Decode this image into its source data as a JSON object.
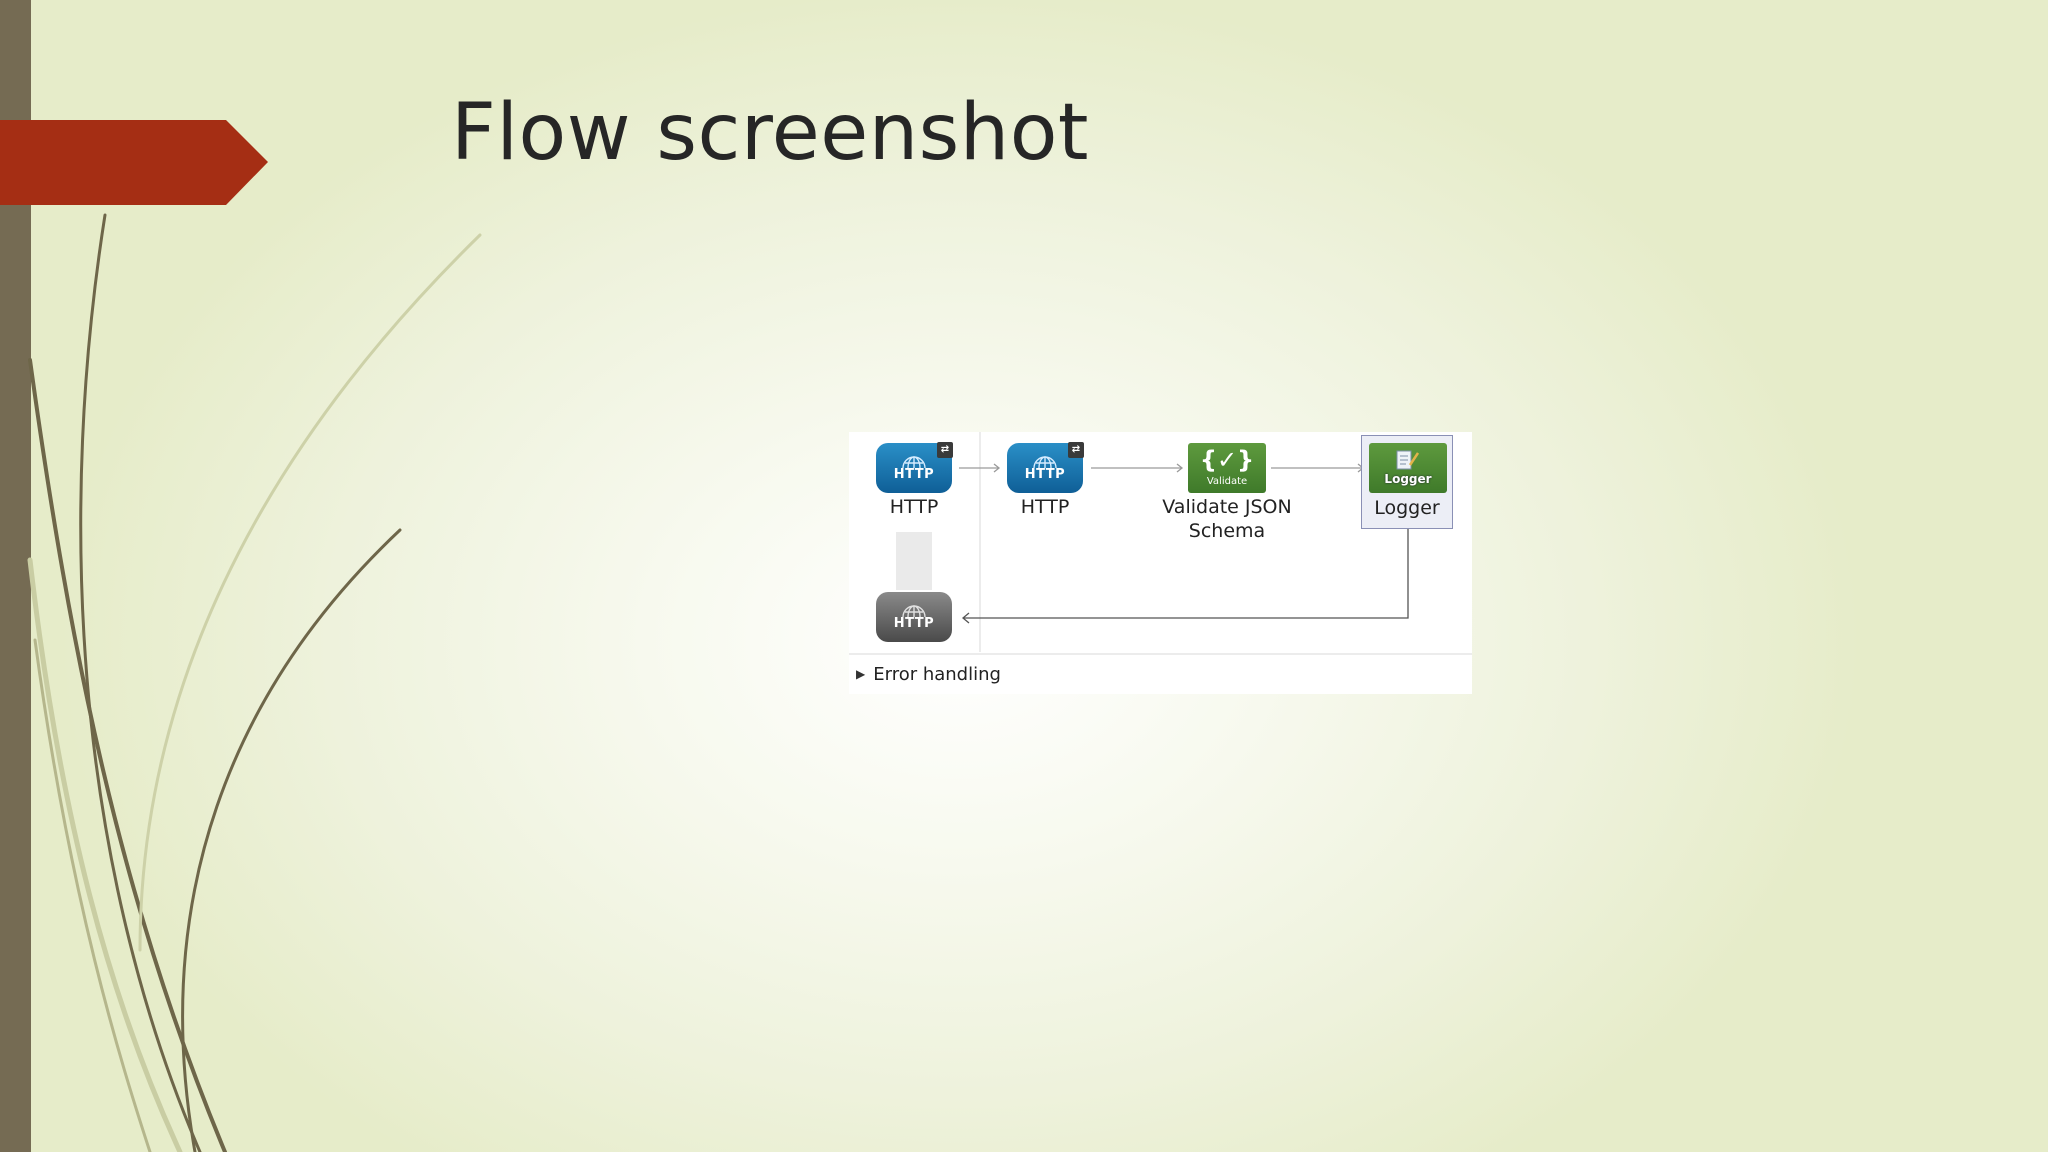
{
  "slide": {
    "title": "Flow screenshot"
  },
  "flow": {
    "nodes": [
      {
        "label": "HTTP",
        "icon": "http-globe-icon",
        "caption": "HTTP",
        "badge": "⇄"
      },
      {
        "label": "HTTP",
        "icon": "http-globe-icon",
        "caption": "HTTP",
        "badge": "⇄"
      },
      {
        "label_line1": "Validate JSON",
        "label_line2": "Schema",
        "icon": "validate-icon",
        "mark": "{✓}",
        "caption": "Validate"
      },
      {
        "label": "Logger",
        "icon": "logger-icon",
        "caption": "Logger"
      }
    ],
    "response_node": {
      "icon": "http-globe-icon",
      "caption": "HTTP"
    },
    "error_handling": {
      "expander_icon": "triangle-right-icon",
      "label": "Error handling"
    }
  },
  "colors": {
    "accent_red": "#a52e14",
    "sidebar_brown": "#756b53",
    "http_blue": "#1a77b2",
    "mule_green": "#4d8a33"
  }
}
